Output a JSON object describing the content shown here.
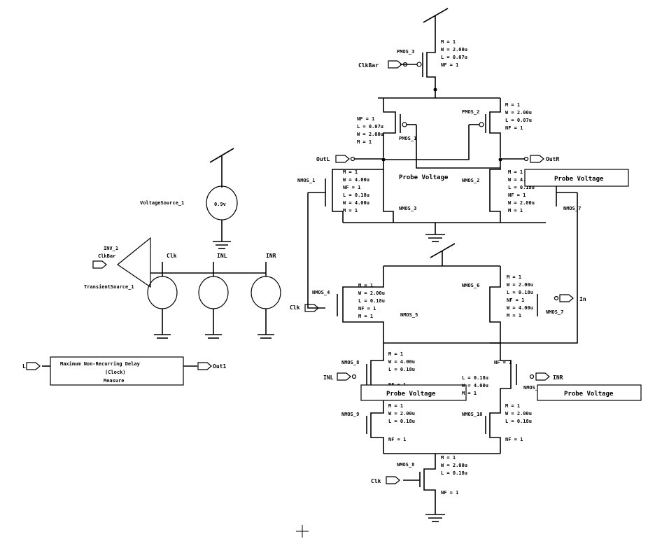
{
  "pins": {
    "clkbar": "ClkBar",
    "outl": "OutL",
    "outr": "OutR",
    "clk_top": "Clk",
    "in_r": "In",
    "inl": "INL",
    "inr": "INR",
    "clk_bottom": "Clk",
    "l_in": "L",
    "out_l": "Out1"
  },
  "sources": {
    "voltage_source": "VoltageSource_1",
    "voltage_value": "0.9v",
    "transient_source": "TransientSource_1",
    "clk_label": "Clk",
    "inl_label": "INL",
    "inr_label": "INR",
    "inv_name": "INV_1",
    "inv_pin": "ClkBar"
  },
  "blocks": {
    "probe1": "Probe Voltage",
    "probe2": "Probe Voltage",
    "probe3": "Probe Voltage",
    "probe4": "Probe Voltage",
    "ntsd_line1": "Maximum Non-Recurring Delay",
    "ntsd_line2": "(Clock)",
    "ntsd_line3": "Measure"
  },
  "devices": {
    "pmos_top": "PMOS_3",
    "pmos_1": "PMOS_1",
    "pmos_2": "PMOS_2",
    "nmos_1": "NMOS_1",
    "nmos_2": "NMOS_2",
    "nmos_3": "NMOS_3",
    "nmos_4": "NMOS_4",
    "nmos_5": "NMOS_5",
    "nmos_6": "NMOS_6",
    "nmos_7": "NMOS_7",
    "nmos_8": "NMOS_8",
    "nmos_9": "NMOS_9",
    "nmos_10": "NMOS_10",
    "nmos_bot": "NMOS_8"
  },
  "params": {
    "m": "M = 1",
    "w1": "W = 2.00u",
    "l1": "L = 0.07u",
    "nf": "NF = 1",
    "w2": "W = 4.00u",
    "l2": "L = 0.18u"
  }
}
